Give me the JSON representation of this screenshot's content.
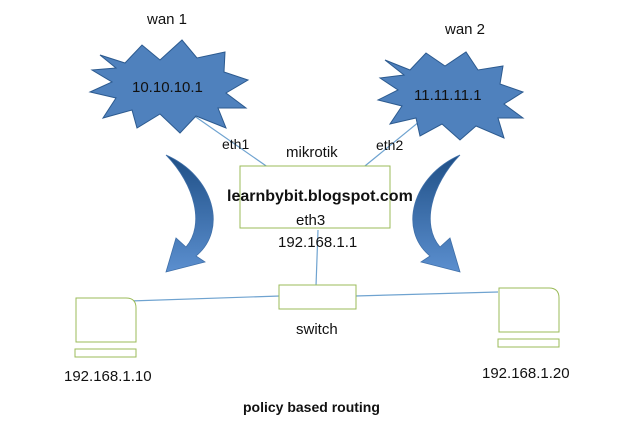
{
  "wan1": {
    "label": "wan 1",
    "ip": "10.10.10.1",
    "iface": "eth1"
  },
  "wan2": {
    "label": "wan 2",
    "ip": "11.11.11.1",
    "iface": "eth2"
  },
  "router": {
    "name": "mikrotik",
    "watermark": "learnbybit.blogspot.com",
    "lan_iface": "eth3",
    "lan_ip": "192.168.1.1"
  },
  "switch": {
    "label": "switch"
  },
  "host_left": {
    "ip": "192.168.1.10"
  },
  "host_right": {
    "ip": "192.168.1.20"
  },
  "caption": "policy based routing",
  "colors": {
    "cloud_fill": "#4f81bd",
    "cloud_stroke": "#2c5a8f",
    "arrow_fill": "#4f81bd",
    "box_stroke": "#9bbb59",
    "link": "#6fa3d0"
  }
}
